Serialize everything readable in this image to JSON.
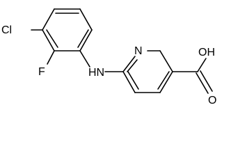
{
  "molecule": {
    "atom_labels": {
      "chlorine": "Cl",
      "fluorine": "F",
      "amine": "HN",
      "pyridine_nitrogen": "N",
      "hydroxyl": "OH",
      "carbonyl_oxygen": "O"
    }
  },
  "colors": {
    "bond": "#000000",
    "label": "#000000",
    "background": "#ffffff"
  }
}
